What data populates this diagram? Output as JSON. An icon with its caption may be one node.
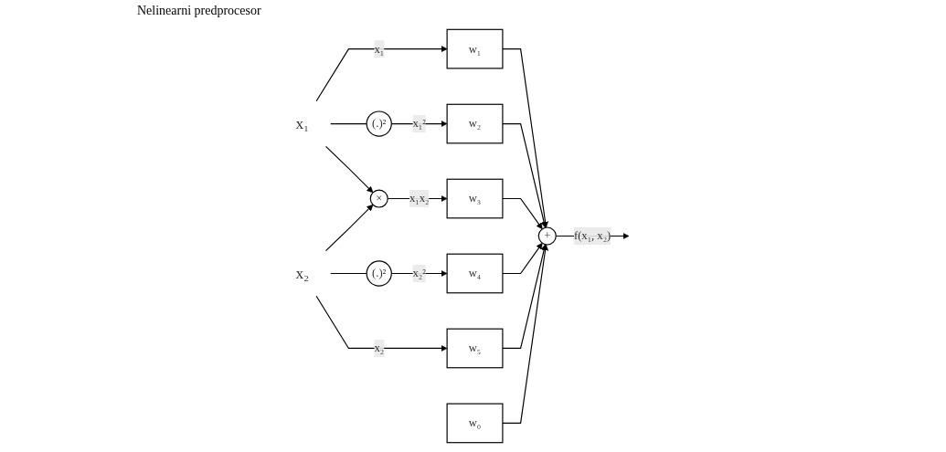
{
  "diagram": {
    "nodes": [
      {
        "text": [
          "x₁"
        ]
      },
      {
        "text": [
          "x₂"
        ]
      },
      {
        "text": [
          "(.)²"
        ]
      },
      {
        "text": [
          "×"
        ]
      },
      {
        "text": [
          "(.)²"
        ]
      },
      {
        "text": [
          "w₁"
        ]
      },
      {
        "text": [
          "w₂"
        ]
      },
      {
        "text": [
          "w₃"
        ]
      },
      {
        "text": [
          "w₄"
        ]
      },
      {
        "text": [
          "w₅"
        ]
      },
      {
        "text": [
          "w₀"
        ]
      },
      {
        "text": [
          "+"
        ]
      }
    ],
    "edges": [
      {
        "from": 0,
        "to": 5,
        "arrow": "to",
        "label": "x₁"
      },
      {
        "from": 0,
        "to": 2,
        "arrow": "none"
      },
      {
        "from": 2,
        "to": 6,
        "arrow": "to",
        "label": "x₁²"
      },
      {
        "from": 0,
        "to": 3,
        "arrow": "to"
      },
      {
        "from": 1,
        "to": 3,
        "arrow": "to"
      },
      {
        "from": 3,
        "to": 7,
        "arrow": "to",
        "label": "x₁x₂"
      },
      {
        "from": 1,
        "to": 4,
        "arrow": "none"
      },
      {
        "from": 4,
        "to": 8,
        "arrow": "to",
        "label": "x₂²"
      },
      {
        "from": 1,
        "to": 9,
        "arrow": "to",
        "label": "x₂"
      },
      {
        "from": 5,
        "to": 11,
        "arrow": "to"
      },
      {
        "from": 6,
        "to": 11,
        "arrow": "to"
      },
      {
        "from": 7,
        "to": 11,
        "arrow": "to"
      },
      {
        "from": 8,
        "to": 11,
        "arrow": "to"
      },
      {
        "from": 9,
        "to": 11,
        "arrow": "to"
      },
      {
        "from": 10,
        "to": 11,
        "arrow": "to"
      },
      {
        "from": 11,
        "to": null,
        "arrow": "to",
        "label": "f(x₁, x₂)"
      }
    ],
    "labels": [
      "Nelinearni predprocesor"
    ]
  }
}
